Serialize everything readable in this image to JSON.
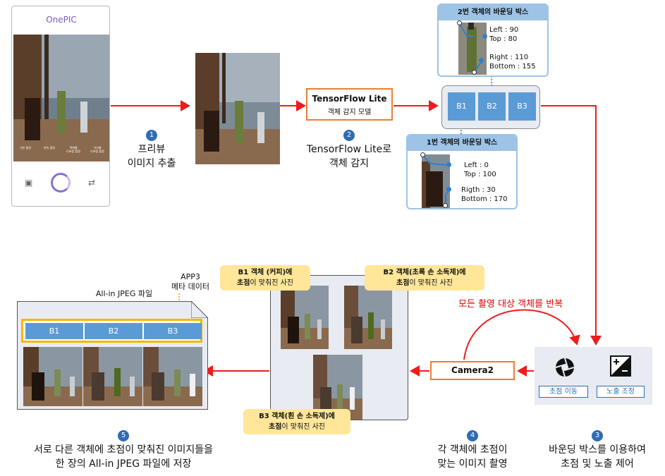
{
  "phone": {
    "app_title": "OnePIC",
    "modes": [
      "기본 촬영",
      "연속 촬영",
      "객체별\n다초점 촬영",
      "거리별\n다초점 촬영"
    ]
  },
  "steps": [
    {
      "num": "1",
      "line1": "프리뷰",
      "line2": "이미지 추출"
    },
    {
      "num": "2",
      "line1": "TensorFlow Lite로",
      "line2": "객체 감지"
    },
    {
      "num": "3",
      "line1": "바운딩 박스를 이용하여",
      "line2": "초점 및 노출 제어"
    },
    {
      "num": "4",
      "line1": "각 객체에 초점이",
      "line2": "맞는 이미지 촬영"
    },
    {
      "num": "5",
      "line1": "서로 다른 객체에 초점이 맞춰진 이미지들을",
      "line2": "한 장의 All-in JPEG 파일에 저장"
    }
  ],
  "tensorflow": {
    "title": "TensorFlow Lite",
    "subtitle": "객체 감지 모델"
  },
  "boxes": [
    "B1",
    "B2",
    "B3"
  ],
  "bbox_card_2": {
    "title": "2번 객체의 바운딩 박스",
    "top_text": [
      "Left : 90",
      "Top : 80"
    ],
    "bottom_text": [
      "Right : 110",
      "Bottom : 155"
    ]
  },
  "bbox_card_1": {
    "title": "1번 객체의 바운딩 박스",
    "top_text": [
      "Left : 0",
      "Top : 100"
    ],
    "bottom_text": [
      "Rigth : 30",
      "Bottom : 170"
    ]
  },
  "loop_note": "모든 촬영 대상 객체를 반복",
  "camera2": "Camera2",
  "controls": {
    "focus": "초점 이동",
    "exposure": "노출 조정"
  },
  "callouts": {
    "b1_bold": "B1 객체 (커피)에",
    "b1_bold2": "초점",
    "b1_rest": "이 맞춰진 사진",
    "b2_bold": "B2 객체(초록 손 소독제)에",
    "b2_bold2": "초점",
    "b2_rest": "이 맞춰진 사진",
    "b3_bold": "B3 객체(흰 손 소독제)에",
    "b3_bold2": "초점",
    "b3_rest": "이 맞춰진 사진"
  },
  "jpeg": {
    "label": "All-in JPEG 파일",
    "meta_line1": "APP3",
    "meta_line2": "메타 데이터"
  },
  "colors": {
    "arrow": "#ee1c1c",
    "blue_box": "#5b9bd5",
    "orange": "#ed7d31",
    "yellow": "#f5b800",
    "step_circle": "#2e6db4"
  }
}
